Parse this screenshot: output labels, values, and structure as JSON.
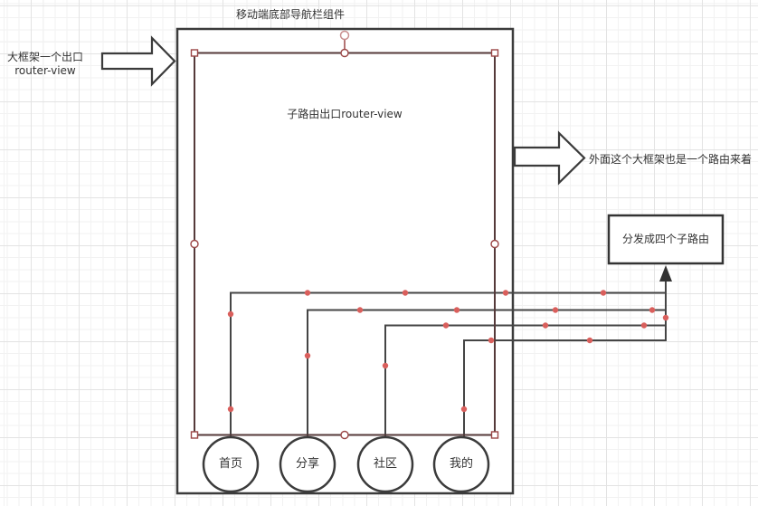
{
  "canvas": {
    "title": "移动端底部导航栏组件"
  },
  "annotations": {
    "left_line1": "大框架一个出口",
    "left_line2": "router-view",
    "inner_rect_label": "子路由出口router-view",
    "right_annotation": "外面这个大框架也是一个路由来着",
    "dispatch_box_label": "分发成四个子路由"
  },
  "nav_circles": [
    {
      "label": "首页"
    },
    {
      "label": "分享"
    },
    {
      "label": "社区"
    },
    {
      "label": "我的"
    }
  ],
  "colors": {
    "shape_stroke": "#3b3b3b",
    "connector_stroke": "#454545",
    "selected_shape_stroke": "#553a3a",
    "selection_handle_stroke": "#9b4646",
    "rotation_handle_stroke": "#c98f8f",
    "midpoint_dot_fill": "#d95f5c",
    "text": "#333333",
    "grid_minor": "#f2f2f2",
    "grid_major": "#e3e3e3"
  }
}
